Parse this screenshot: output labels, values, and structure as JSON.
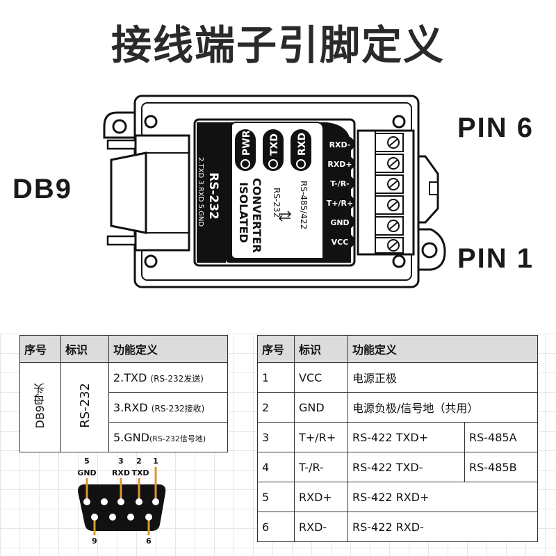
{
  "title": "接线端子引脚定义",
  "labels": {
    "db9": "DB9",
    "pin6": "PIN 6",
    "pin1": "PIN 1"
  },
  "device": {
    "rs232_side": "RS-232",
    "rs232_pins_text": "2.TXD  3.RXD  5.GND",
    "leds": [
      "PWR",
      "TXD",
      "RXD"
    ],
    "iso_line1": "ISOLATED",
    "iso_line2": "CONVERTER",
    "conv_left": "RS-232",
    "conv_right": "RS-485/422",
    "terminals": [
      "RXD-",
      "RXD+",
      "T-/R-",
      "T+/R+",
      "GND",
      "VCC"
    ]
  },
  "left_table": {
    "headers": [
      "序号",
      "标识",
      "功能定义"
    ],
    "group_label": "DB9母头",
    "id_label": "RS-232",
    "rows": [
      {
        "main": "2.TXD",
        "note": "(RS-232发送)"
      },
      {
        "main": "3.RXD",
        "note": "(RS-232接收)"
      },
      {
        "main": "5.GND",
        "note": "(RS-232信号地)"
      }
    ]
  },
  "db9_diagram": {
    "top_nums": [
      "5",
      "3",
      "2",
      "1"
    ],
    "top_labels": [
      "GND",
      "RXD",
      "TXD"
    ],
    "bottom_nums": [
      "9",
      "6"
    ]
  },
  "right_table": {
    "headers": [
      "序号",
      "标识",
      "功能定义"
    ],
    "rows": [
      {
        "no": "1",
        "id": "VCC",
        "func": "电源正极",
        "extra": ""
      },
      {
        "no": "2",
        "id": "GND",
        "func": "电源负极/信号地（共用）",
        "extra": ""
      },
      {
        "no": "3",
        "id": "T+/R+",
        "func": "RS-422 TXD+",
        "extra": "RS-485A"
      },
      {
        "no": "4",
        "id": "T-/R-",
        "func": "RS-422 TXD-",
        "extra": "RS-485B"
      },
      {
        "no": "5",
        "id": "RXD+",
        "func": "RS-422 RXD+",
        "extra": ""
      },
      {
        "no": "6",
        "id": "RXD-",
        "func": "RS-422 RXD-",
        "extra": ""
      }
    ]
  }
}
